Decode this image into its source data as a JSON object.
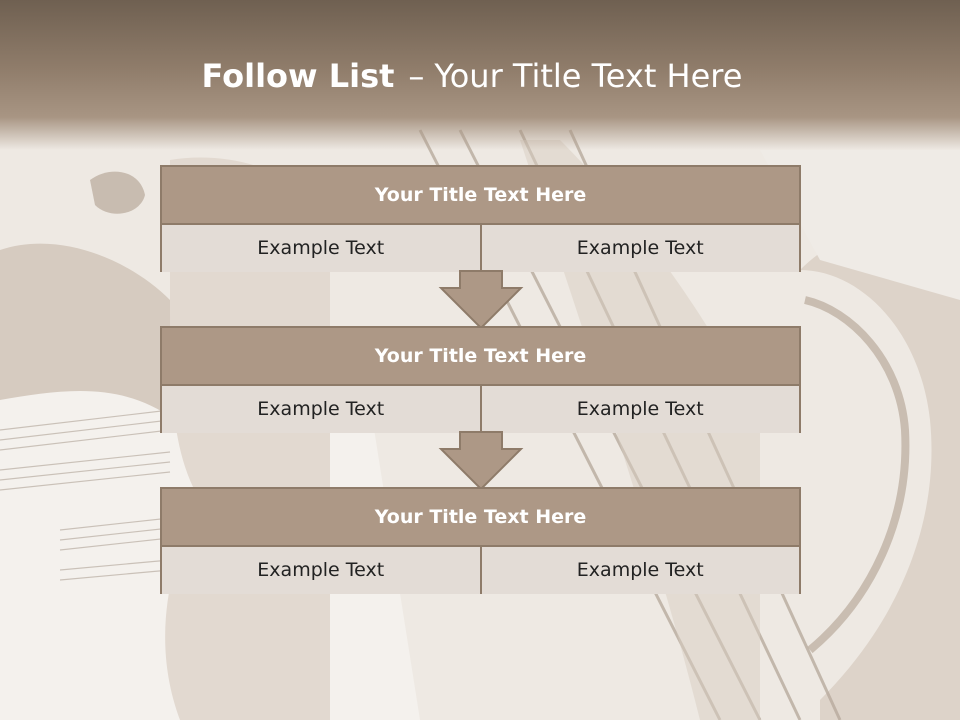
{
  "slide": {
    "title_bold": "Follow List",
    "title_dash": "–",
    "title_rest": "Your Title Text Here"
  },
  "list": [
    {
      "title": "Your Title Text Here",
      "left": "Example Text",
      "right": "Example Text"
    },
    {
      "title": "Your Title Text Here",
      "left": "Example Text",
      "right": "Example Text"
    },
    {
      "title": "Your Title Text Here",
      "left": "Example Text",
      "right": "Example Text"
    }
  ],
  "colors": {
    "header_top": "#6f6051",
    "box_title": "#ad9886",
    "box_cell": "#e3dcd6",
    "border": "#8e7b69",
    "arrow": "#ad9886"
  },
  "icons": [
    "violin-background-image",
    "down-arrow-icon"
  ]
}
